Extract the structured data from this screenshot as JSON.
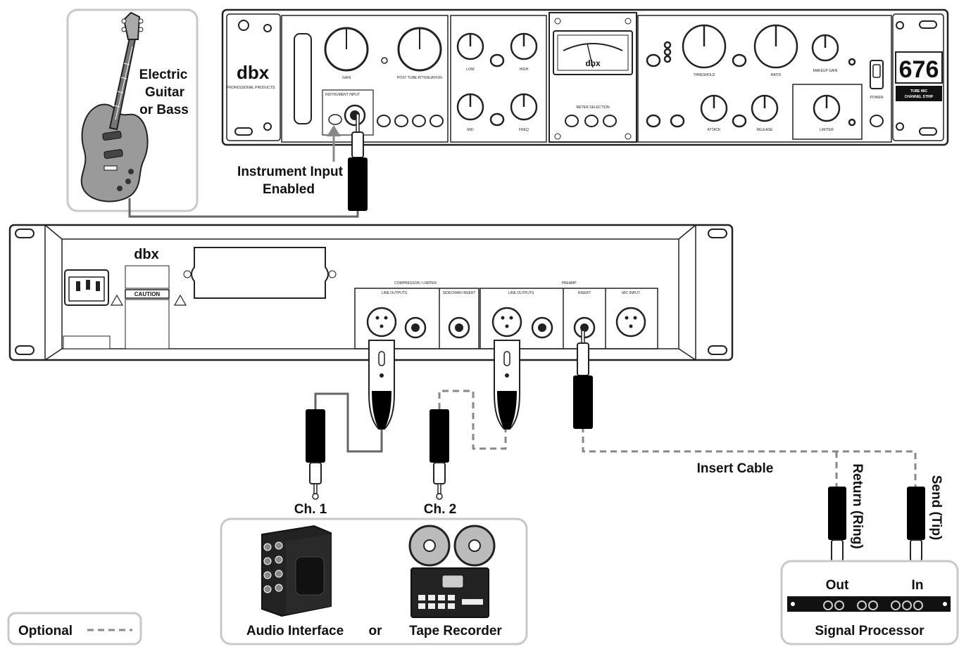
{
  "guitar": {
    "label_line1": "Electric",
    "label_line2": "Guitar",
    "label_line3": "or Bass"
  },
  "front_panel": {
    "brand": "dbx",
    "brand_sub": "PROFESSIONAL PRODUCTS",
    "model": "676",
    "model_sub_line1": "TUBE MIC",
    "model_sub_line2": "CHANNEL STRIP",
    "instrument_input_label": "INSTRUMENT INPUT",
    "knob_labels": [
      "GAIN",
      "POST TUBE ATTENUATION",
      "LOW",
      "HIGH",
      "MID",
      "FREQ",
      "THRESHOLD",
      "RATIO",
      "MAKEUP GAIN",
      "ATTACK",
      "RELEASE",
      "LIMITER"
    ],
    "meter_section_label": "METER SELECTION",
    "power_label": "POWER"
  },
  "callout": {
    "line1": "Instrument Input",
    "line2": "Enabled"
  },
  "rear_panel": {
    "brand": "dbx",
    "caution": "CAUTION",
    "section_compressor": "COMPRESSOR / LIMITER",
    "section_preamp": "PREAMP",
    "jack_labels": [
      "LINE OUTPUTS",
      "SIDECHAIN INSERT",
      "LINE OUTPUTS",
      "INSERT",
      "MIC INPUT"
    ]
  },
  "connections": {
    "ch1": "Ch. 1",
    "ch2": "Ch. 2",
    "insert_cable": "Insert Cable",
    "return_ring": "Return (Ring)",
    "send_tip": "Send (Tip)",
    "out": "Out",
    "in": "In"
  },
  "destinations": {
    "audio_interface": "Audio Interface",
    "or": "or",
    "tape_recorder": "Tape Recorder",
    "signal_processor": "Signal Processor"
  },
  "legend": {
    "optional": "Optional"
  },
  "colors": {
    "panel_stroke": "#222222",
    "box_stroke": "#c8c8c8",
    "cable": "#666666",
    "dashed": "#888888",
    "plug": "#000000"
  }
}
